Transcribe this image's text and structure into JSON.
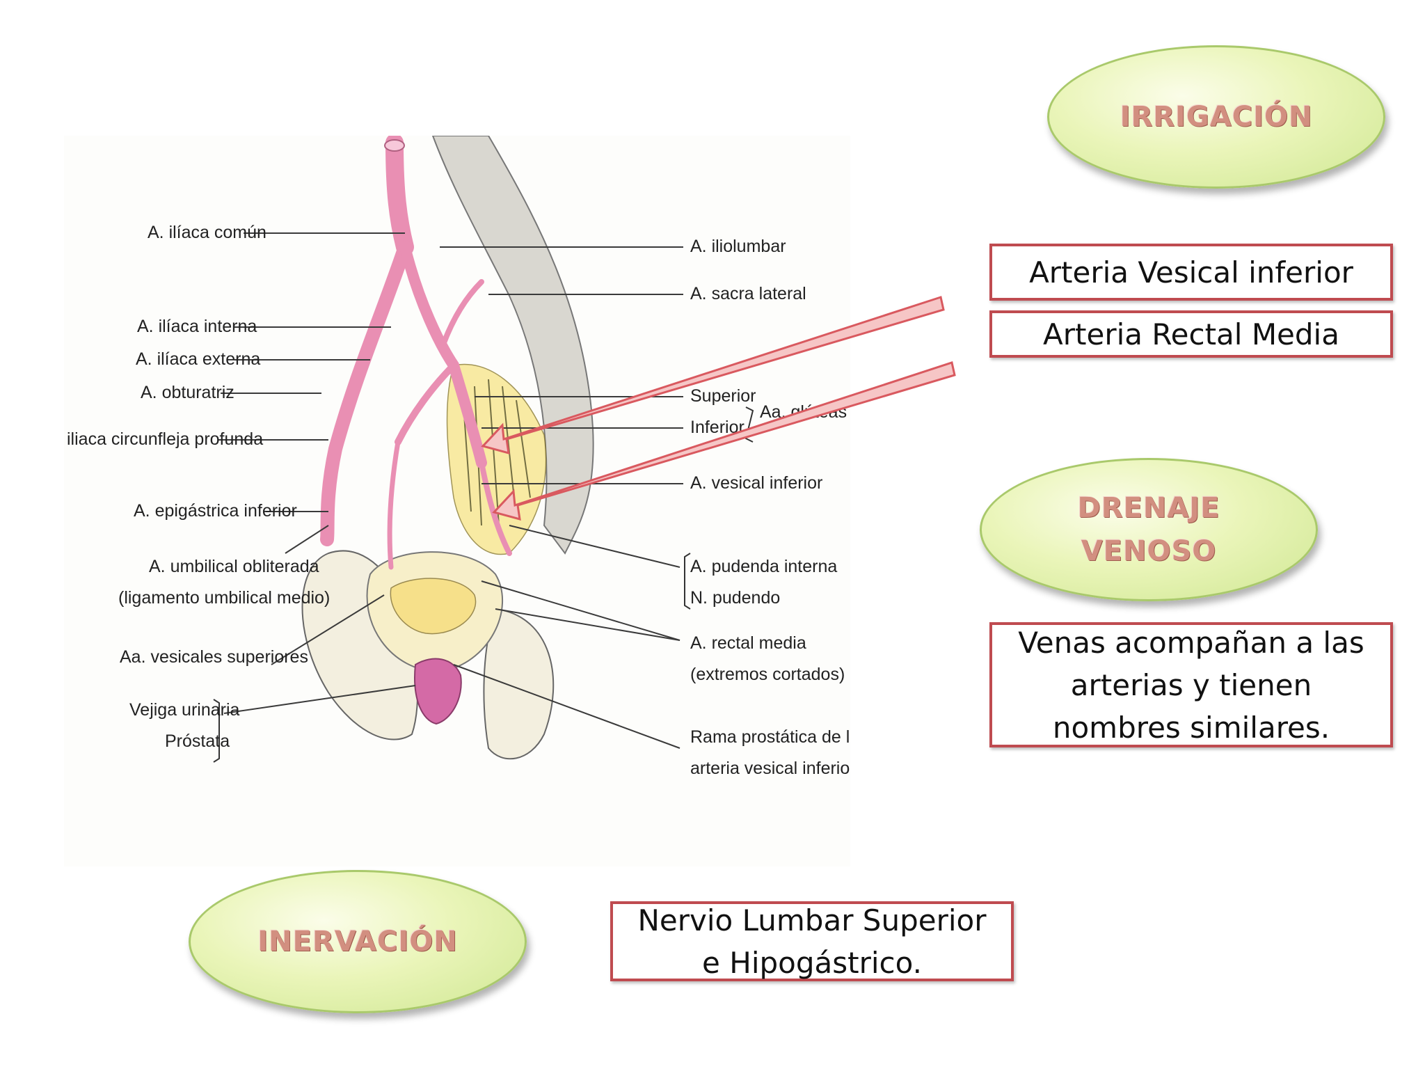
{
  "headings": {
    "irrigacion": "IRRIGACIÓN",
    "drenaje_line1": "DRENAJE",
    "drenaje_line2": "VENOSO",
    "inervacion": "INERVACIÓN"
  },
  "boxes": {
    "vesical": "Arteria Vesical inferior",
    "rectal": "Arteria Rectal Media",
    "venas_line1": "Venas acompañan a las",
    "venas_line2": "arterias y tienen",
    "venas_line3": "nombres similares.",
    "nervio_line1": "Nervio Lumbar Superior",
    "nervio_line2": "e Hipogástrico."
  },
  "figure_labels": {
    "iliaca_comun": "A. ilíaca común",
    "iliaca_interna": "A. ilíaca interna",
    "iliaca_externa": "A. ilíaca externa",
    "obturatriz": "A. obturatriz",
    "circunfleja": "iliaca circunfleja profunda",
    "epigastrica": "A. epigástrica inferior",
    "umbilical_1": "A. umbilical obliterada",
    "umbilical_2": "(ligamento umbilical medio)",
    "vesicales_sup": "Aa. vesicales superiores",
    "vejiga": "Vejiga urinaria",
    "prostata": "Próstata",
    "iliolumbar": "A. iliolumbar",
    "sacra_lateral": "A. sacra lateral",
    "superior": "Superior",
    "inferior": "Inferior",
    "gluteas": "Aa. glúteas",
    "vesical_inferior": "A. vesical inferior",
    "pudenda": "A. pudenda interna",
    "n_pudendo": "N. pudendo",
    "rectal_media_1": "A. rectal media",
    "rectal_media_2": "(extremos cortados)",
    "rama_1": "Rama prostática de la",
    "rama_2": "arteria vesical inferior"
  },
  "colors": {
    "heading_text": "#d28f80",
    "oval_fill": "#eaf5b9",
    "box_border": "#bf4b50",
    "arrow_fill": "#f6c6c6",
    "arrow_stroke": "#d9595f",
    "artery": "#e98fb3",
    "nerve": "#f1e05a"
  }
}
